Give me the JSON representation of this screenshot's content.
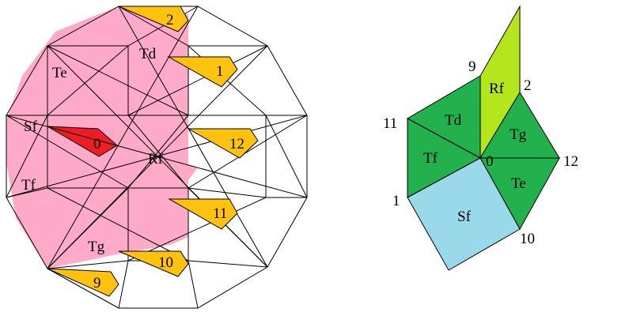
{
  "colors": {
    "pink": "#ffaac8",
    "red": "#ee1c24",
    "gold": "#ffc20e",
    "green": "#22b14c",
    "lime": "#b5e61d",
    "lightblue": "#99d9ea",
    "line": "#000000"
  },
  "left_figure": {
    "face_labels": {
      "te": "Te",
      "td": "Td",
      "sf": "Sf",
      "tf": "Tf",
      "tg": "Tg",
      "rf": "Rf"
    },
    "center_tab": "0",
    "tabs": [
      "2",
      "1",
      "12",
      "11",
      "10",
      "9"
    ]
  },
  "right_figure": {
    "face_labels": {
      "rf": "Rf",
      "td": "Td",
      "tg": "Tg",
      "tf": "Tf",
      "te": "Te",
      "sf": "Sf"
    },
    "vertex_labels": {
      "center": "0",
      "v9": "9",
      "v2": "2",
      "v11": "11",
      "v12": "12",
      "v1": "1",
      "v10": "10"
    }
  }
}
